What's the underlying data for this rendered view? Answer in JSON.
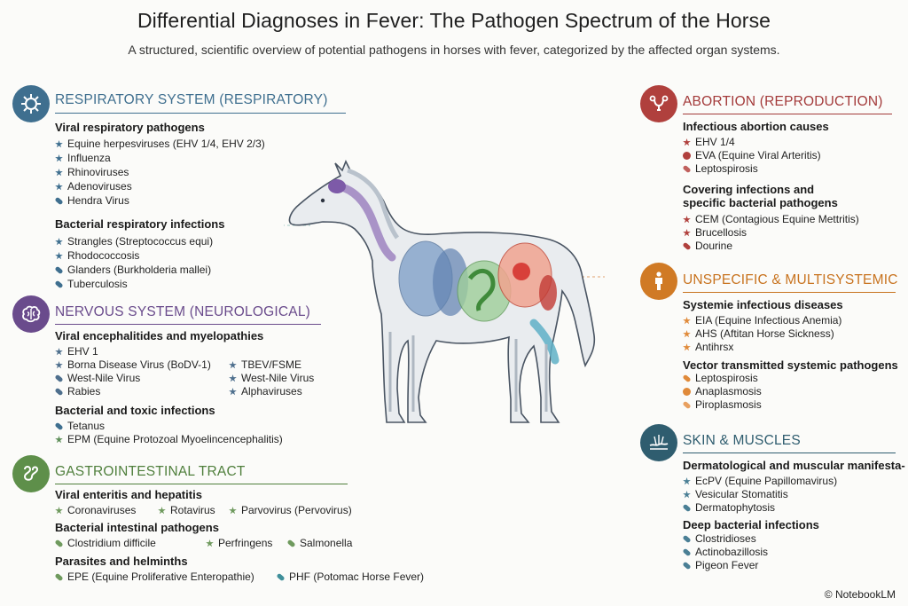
{
  "header": {
    "title": "Differential Diagnoses in Fever: The Pathogen Spectrum of the Horse",
    "subtitle": "A structured, scientific overview of potential pathogens in horses with fever, categorized by the affected organ systems."
  },
  "colors": {
    "respiratory": "#3f6f8f",
    "neurological": "#6a4b8c",
    "gastrointestinal": "#4f7f3c",
    "reproduction": "#a33a3a",
    "multisystemic": "#c8731f",
    "skin": "#2f5d6f"
  },
  "sections": {
    "respiratory": {
      "title": "RESPIRATORY SYSTEM (RESPIRATORY)",
      "icon": "virus-icon",
      "groups": {
        "viral": {
          "heading": "Viral respiratory pathogens",
          "items": [
            "Equine herpesviruses (EHV 1/4, EHV 2/3)",
            "Influenza",
            "Rhinoviruses",
            "Adenoviruses",
            "Hendra Virus"
          ]
        },
        "bacterial": {
          "heading": "Bacterial respiratory infections",
          "items": [
            "Strangles (Streptococcus equi)",
            "Rhodococcosis",
            "Glanders (Burkholderia mallei)",
            "Tuberculosis"
          ]
        }
      }
    },
    "neurological": {
      "title": "NERVOUS SYSTEM (NEUROLOGICAL)",
      "icon": "brain-icon",
      "groups": {
        "viral": {
          "heading": "Viral encephalitides and myelopathies",
          "items": [
            "EHV 1",
            "Borna Disease Virus (BoDV-1)",
            "West-Nile Virus",
            "Rabies",
            "TBEV/FSME",
            "West-Nile Virus",
            "Alphaviruses"
          ]
        },
        "bacterial": {
          "heading": "Bacterial and toxic infections",
          "items": [
            "Tetanus",
            "EPM (Equine Protozoal Myoelincencephalitis)"
          ]
        }
      }
    },
    "gastrointestinal": {
      "title": "GASTROINTESTINAL TRACT",
      "icon": "intestine-icon",
      "groups": {
        "viral": {
          "heading": "Viral enteritis and hepatitis",
          "items": [
            "Coronaviruses",
            "Rotavirus",
            "Parvovirus (Pervovirus)"
          ]
        },
        "bacterial": {
          "heading": "Bacterial intestinal pathogens",
          "items": [
            "Clostridium difficile",
            "Perfringens",
            "Salmonella"
          ]
        },
        "parasites": {
          "heading": "Parasites and helminths",
          "items": [
            "EPE (Equine Proliferative Enteropathie)",
            "PHF (Potomac Horse Fever)"
          ]
        }
      }
    },
    "reproduction": {
      "title": "ABORTION (REPRODUCTION)",
      "icon": "uterus-icon",
      "groups": {
        "infectious": {
          "heading": "Infectious abortion causes",
          "items": [
            "EHV 1/4",
            "EVA (Equine Viral Arteritis)",
            "Leptospirosis"
          ]
        },
        "covering": {
          "heading_line1": "Covering infections and",
          "heading_line2": "specific bacterial pathogens",
          "items": [
            "CEM (Contagious Equine Mettritis)",
            "Brucellosis",
            "Dourine"
          ]
        }
      }
    },
    "multisystemic": {
      "title": "UNSPECIFIC & MULTISYSTEMIC",
      "icon": "human-body-icon",
      "groups": {
        "systemic": {
          "heading": "Systemie infectious diseases",
          "items": [
            "EIA (Equine Infectious Anemia)",
            "AHS (Aftitan Horse Sickness)",
            "Antihrsx"
          ]
        },
        "vector": {
          "heading": "Vector transmitted systemic pathogens",
          "items": [
            "Leptospirosis",
            "Anaplasmosis",
            "Piroplasmosis"
          ]
        }
      }
    },
    "skin": {
      "title": "SKIN & MUSCLES",
      "icon": "skin-icon",
      "groups": {
        "dermatological": {
          "heading": "Dermatological and muscular manifesta-",
          "items": [
            "EcPV (Equine Papillomavirus)",
            "Vesicular Stomatitis",
            "Dermatophytosis"
          ]
        },
        "deep": {
          "heading": "Deep bacterial infections",
          "items": [
            "Clostridioses",
            "Actinobazillosis",
            "Pigeon Fever"
          ]
        }
      }
    }
  },
  "footer": {
    "credit": "© NotebookLM"
  }
}
